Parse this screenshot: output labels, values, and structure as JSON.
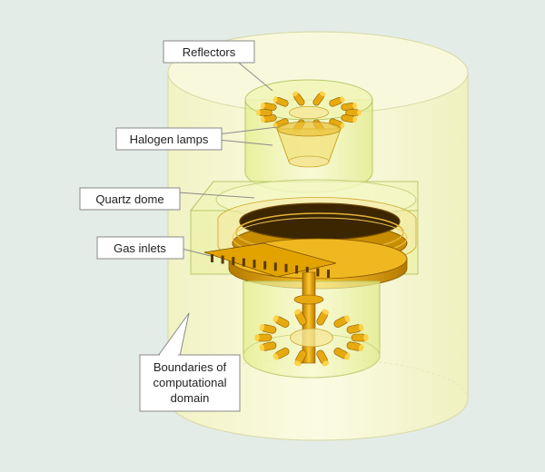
{
  "labels": {
    "reflectors": "Reflectors",
    "halogen_lamps": "Halogen lamps",
    "quartz_dome": "Quartz dome",
    "gas_inlets": "Gas inlets",
    "boundaries_line1": "Boundaries of",
    "boundaries_line2": "computational",
    "boundaries_line3": "domain"
  },
  "colors": {
    "background": "#e3ece6",
    "domain_fill": "#f5f6cf",
    "domain_stroke": "#d7d9a4",
    "shell_fill": "#eef3a8",
    "shell_stroke": "#b8c86a",
    "gold": "#e6a90f",
    "gold_dark": "#9a6a00",
    "gold_light": "#ffd24a",
    "quartz_dark": "#3b2600",
    "callout_stroke": "#8a8a8a"
  },
  "lamp_counts": {
    "upper_ring": 14,
    "lower_ring": 14,
    "gas_inlet_pins": 12
  }
}
